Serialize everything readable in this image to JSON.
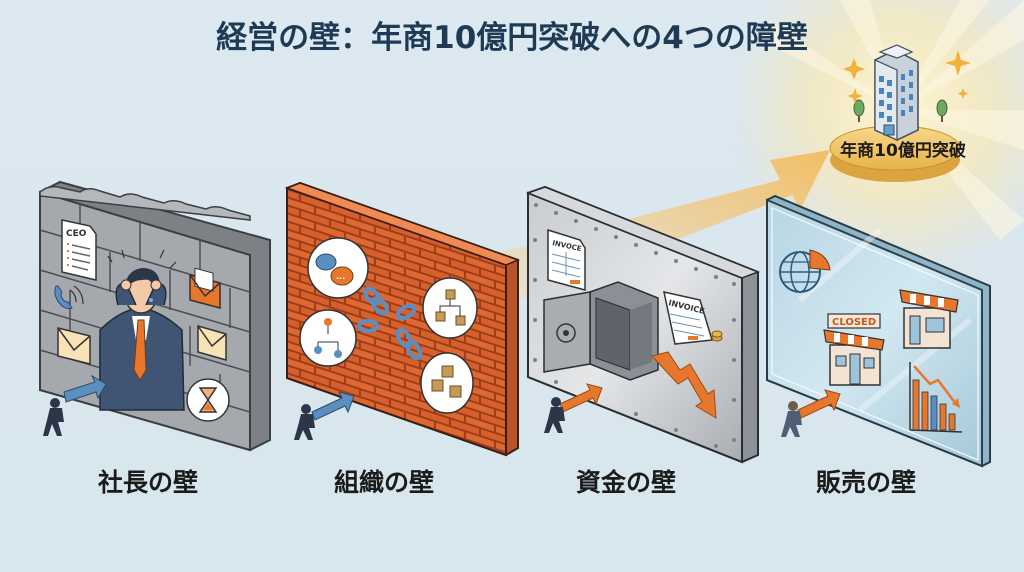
{
  "title": "経営の壁：年商10億円突破への4つの障壁",
  "goal": {
    "label": "年商10億円突破",
    "icon": "office-building-icon"
  },
  "walls": [
    {
      "label": "社長の壁",
      "material": "stone",
      "icons": [
        "ceo-document-icon",
        "phone-icon",
        "envelope-icon",
        "envelope-icon",
        "hourglass-icon",
        "stressed-businessman"
      ],
      "doc_text": "CEO"
    },
    {
      "label": "組織の壁",
      "material": "brick",
      "icons": [
        "chat-bubbles-icon",
        "org-chart-icon",
        "hierarchy-boxes-icon",
        "boxes-icon",
        "broken-chain-icon"
      ]
    },
    {
      "label": "資金の壁",
      "material": "steel",
      "icons": [
        "invoice-icon",
        "open-safe-icon",
        "invoice-icon",
        "coins-icon",
        "down-trend-arrow-icon"
      ],
      "doc_texts": [
        "INVOCE",
        "INVOICE"
      ]
    },
    {
      "label": "販売の壁",
      "material": "glass",
      "icons": [
        "globe-pie-icon",
        "closed-shop-icon",
        "shop-icon",
        "declining-bar-chart-icon"
      ],
      "sign_text": "CLOSED"
    }
  ],
  "colors": {
    "title": "#1f3a55",
    "background": "#dbe7ee",
    "accent_orange": "#e8772e",
    "accent_blue": "#5b8fc2",
    "goal_gold": "#f2c35a"
  }
}
